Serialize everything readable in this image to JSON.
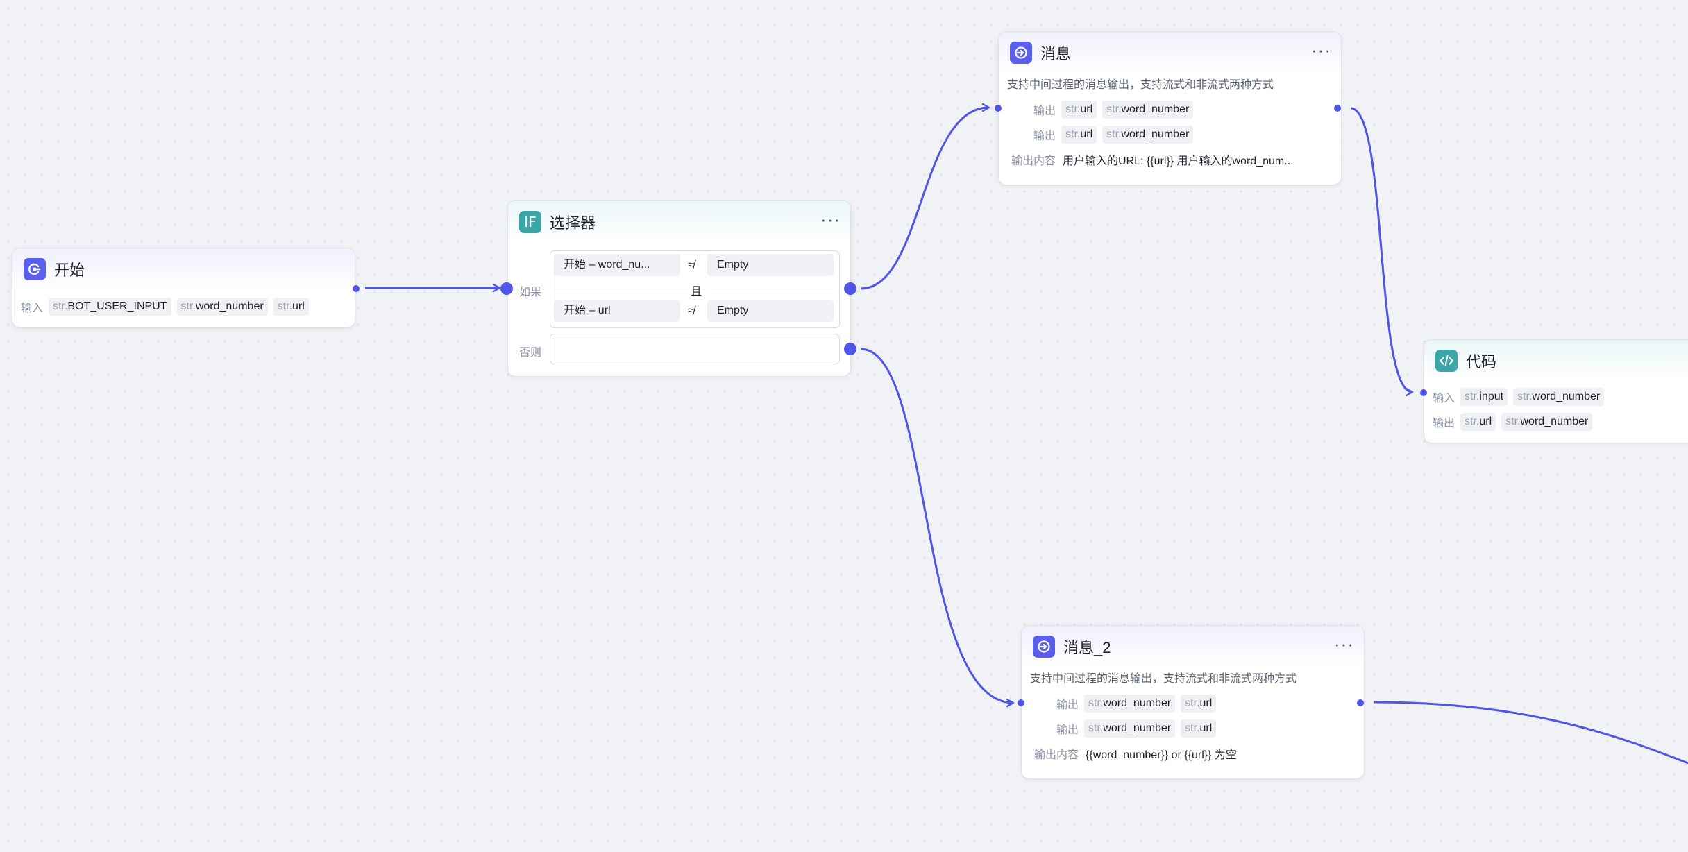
{
  "colors": {
    "accent": "#4f55e6",
    "teal": "#3aa6a7"
  },
  "nodes": {
    "start": {
      "title": "开始",
      "icon": "start-icon",
      "input_label": "输入",
      "vars": [
        {
          "type": "str.",
          "name": "BOT_USER_INPUT"
        },
        {
          "type": "str.",
          "name": "word_number"
        },
        {
          "type": "str.",
          "name": "url"
        }
      ]
    },
    "selector": {
      "title": "选择器",
      "icon": "if-icon",
      "icon_text": "IF",
      "more": "···",
      "if_label": "如果",
      "else_label": "否则",
      "and_label": "且",
      "conditions": [
        {
          "left": "开始  –  word_nu...",
          "op": "≉",
          "right": "Empty"
        },
        {
          "left": "开始  –  url",
          "op": "≉",
          "right": "Empty"
        }
      ]
    },
    "message": {
      "title": "消息",
      "icon": "message-icon",
      "more": "···",
      "desc": "支持中间过程的消息输出，支持流式和非流式两种方式",
      "output_label": "输出",
      "output_rows": [
        [
          {
            "type": "str.",
            "name": "url"
          },
          {
            "type": "str.",
            "name": "word_number"
          }
        ],
        [
          {
            "type": "str.",
            "name": "url"
          },
          {
            "type": "str.",
            "name": "word_number"
          }
        ]
      ],
      "content_label": "输出内容",
      "content": "用户输入的URL: {{url}} 用户输入的word_num..."
    },
    "code": {
      "title": "代码",
      "icon": "code-icon",
      "input_label": "输入",
      "output_label": "输出",
      "inputs": [
        {
          "type": "str.",
          "name": "input"
        },
        {
          "type": "str.",
          "name": "word_number"
        }
      ],
      "outputs": [
        {
          "type": "str.",
          "name": "url"
        },
        {
          "type": "str.",
          "name": "word_number"
        }
      ]
    },
    "message2": {
      "title": "消息_2",
      "icon": "message-icon",
      "more": "···",
      "desc": "支持中间过程的消息输出，支持流式和非流式两种方式",
      "output_label": "输出",
      "output_rows": [
        [
          {
            "type": "str.",
            "name": "word_number"
          },
          {
            "type": "str.",
            "name": "url"
          }
        ],
        [
          {
            "type": "str.",
            "name": "word_number"
          },
          {
            "type": "str.",
            "name": "url"
          }
        ]
      ],
      "content_label": "输出内容",
      "content": "{{word_number}} or {{url}} 为空"
    }
  }
}
